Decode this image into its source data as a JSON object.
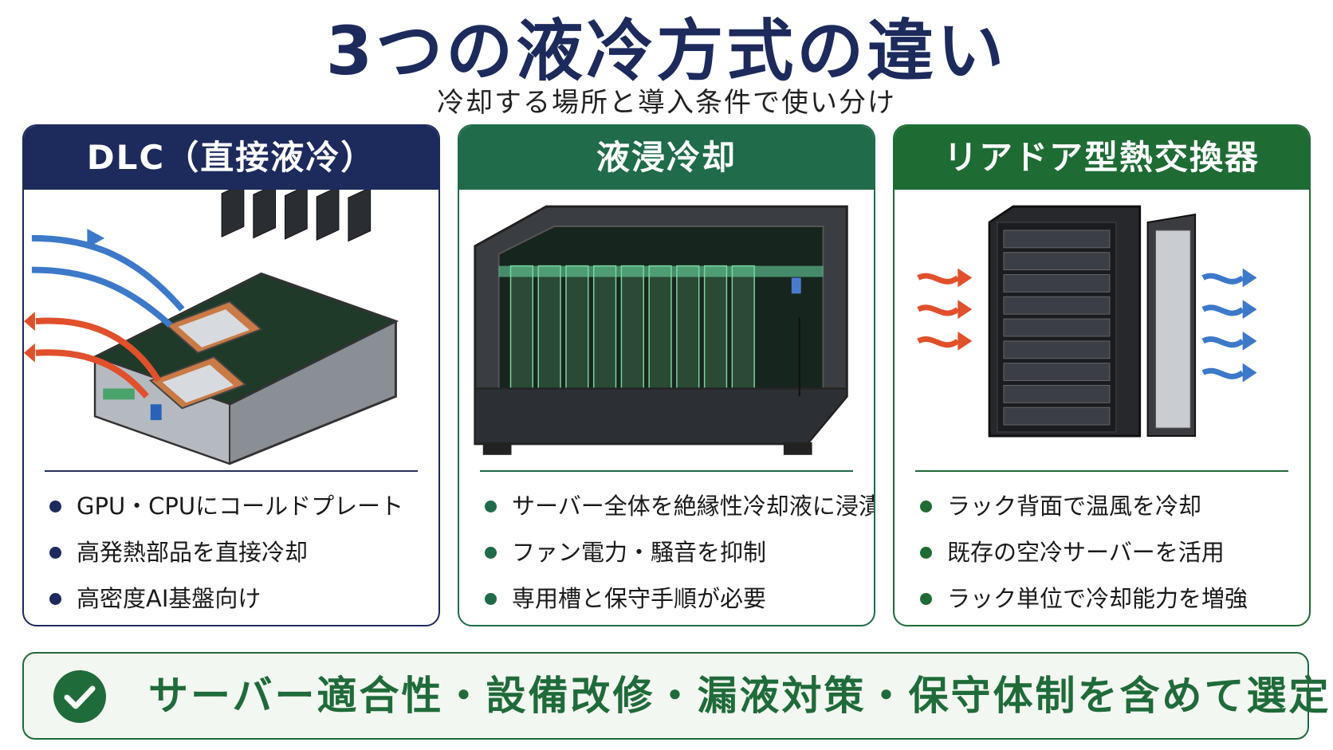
{
  "title": "3つの液冷方式の違い",
  "subtitle": "冷却する場所と導入条件で使い分け",
  "cards": [
    {
      "header": "DLC（直接液冷）",
      "header_color": "#1d2a5c",
      "bullet_color": "#1d2a5c",
      "bullets": [
        "GPU・CPUにコールドプレート",
        "高発熱部品を直接冷却",
        "高密度AI基盤向け"
      ]
    },
    {
      "header": "液浸冷却",
      "header_color": "#1f6b4a",
      "bullet_color": "#1f6b4a",
      "bullets": [
        "サーバー全体を絶縁性冷却液に浸漬",
        "ファン電力・騒音を抑制",
        "専用槽と保守手順が必要"
      ]
    },
    {
      "header": "リアドア型熱交換器",
      "header_color": "#1e6b34",
      "bullet_color": "#1e6b34",
      "bullets": [
        "ラック背面で温風を冷却",
        "既存の空冷サーバーを活用",
        "ラック単位で冷却能力を増強"
      ]
    }
  ],
  "summary": {
    "text": "サーバー適合性・設備改修・漏液対策・保守体制を含めて選定",
    "color": "#1f6b3a",
    "icon": "check-circle-icon"
  }
}
